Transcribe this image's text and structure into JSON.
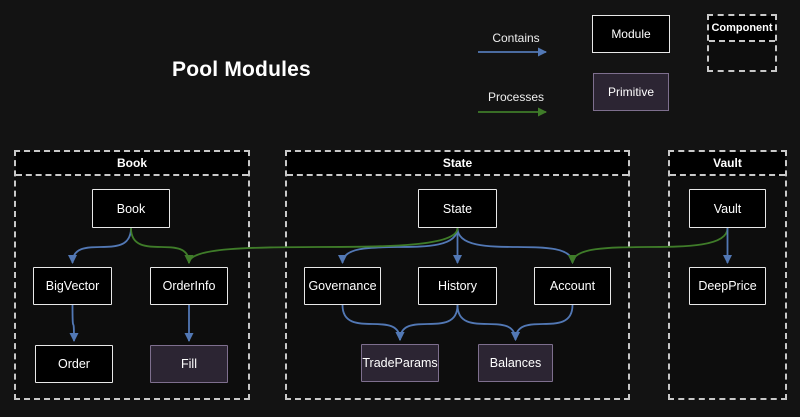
{
  "title": "Pool Modules",
  "legend": {
    "contains_label": "Contains",
    "processes_label": "Processes",
    "module_label": "Module",
    "primitive_label": "Primitive",
    "component_label": "Component"
  },
  "colors": {
    "contains": "#5278b5",
    "processes": "#3f7c29",
    "module_fill": "#000000",
    "module_border": "#e8e8e8",
    "primitive_fill": "#2c2533",
    "primitive_border": "#7e6f8e"
  },
  "diagram": {
    "containers": {
      "book": {
        "label": "Book"
      },
      "state": {
        "label": "State"
      },
      "vault": {
        "label": "Vault"
      }
    },
    "nodes": {
      "book": {
        "label": "Book",
        "kind": "module"
      },
      "bigvector": {
        "label": "BigVector",
        "kind": "module"
      },
      "orderinfo": {
        "label": "OrderInfo",
        "kind": "module"
      },
      "order": {
        "label": "Order",
        "kind": "module"
      },
      "fill": {
        "label": "Fill",
        "kind": "primitive"
      },
      "state": {
        "label": "State",
        "kind": "module"
      },
      "governance": {
        "label": "Governance",
        "kind": "module"
      },
      "history": {
        "label": "History",
        "kind": "module"
      },
      "account": {
        "label": "Account",
        "kind": "module"
      },
      "tradeparams": {
        "label": "TradeParams",
        "kind": "primitive"
      },
      "balances": {
        "label": "Balances",
        "kind": "primitive"
      },
      "vault": {
        "label": "Vault",
        "kind": "module"
      },
      "deepprice": {
        "label": "DeepPrice",
        "kind": "module"
      }
    },
    "edges": [
      {
        "from": "book",
        "to": "bigvector",
        "type": "contains"
      },
      {
        "from": "book",
        "to": "orderinfo",
        "type": "processes"
      },
      {
        "from": "bigvector",
        "to": "order",
        "type": "contains"
      },
      {
        "from": "orderinfo",
        "to": "fill",
        "type": "contains"
      },
      {
        "from": "state",
        "to": "governance",
        "type": "contains"
      },
      {
        "from": "state",
        "to": "history",
        "type": "contains"
      },
      {
        "from": "state",
        "to": "account",
        "type": "contains"
      },
      {
        "from": "governance",
        "to": "tradeparams",
        "type": "contains"
      },
      {
        "from": "history",
        "to": "tradeparams",
        "type": "contains"
      },
      {
        "from": "history",
        "to": "balances",
        "type": "contains"
      },
      {
        "from": "account",
        "to": "balances",
        "type": "contains"
      },
      {
        "from": "state",
        "to": "orderinfo",
        "type": "processes"
      },
      {
        "from": "vault",
        "to": "account",
        "type": "processes"
      },
      {
        "from": "vault",
        "to": "deepprice",
        "type": "contains"
      }
    ]
  }
}
